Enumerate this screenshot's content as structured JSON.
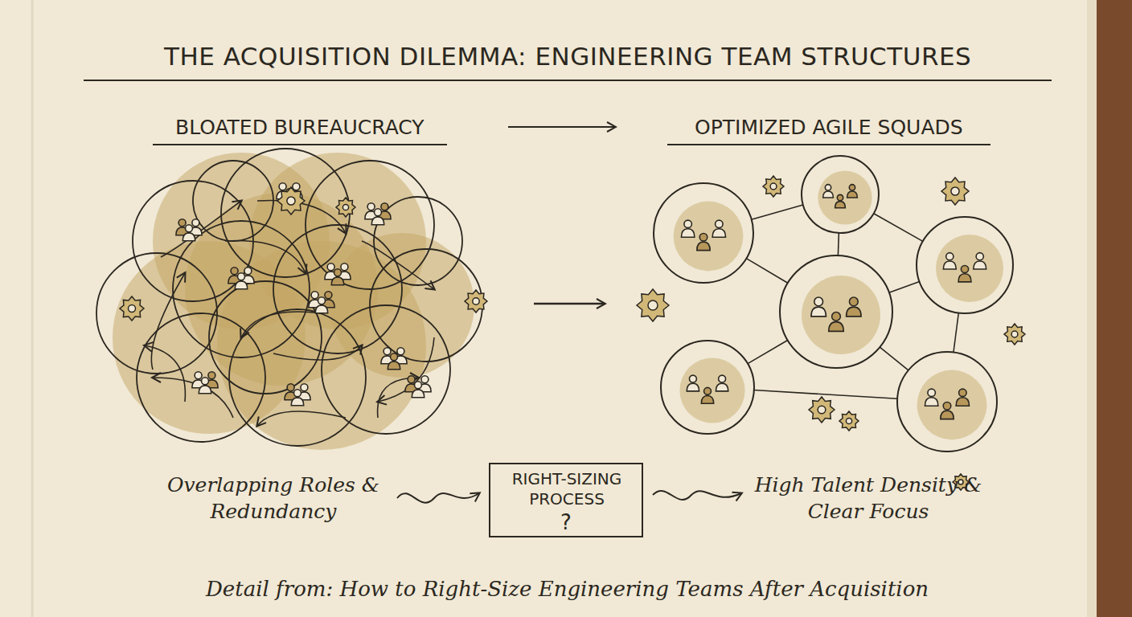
{
  "diagram": {
    "title": "THE ACQUISITION DILEMMA: ENGINEERING TEAM STRUCTURES",
    "caption": "Detail from: How to Right-Size Engineering Teams After Acquisition",
    "nodes": [
      {
        "text": [
          "RIGHT-SIZING PROCESS",
          "?"
        ]
      }
    ],
    "labels": [
      "BLOATED BUREAUCRACY",
      "OPTIMIZED AGILE SQUADS",
      "Overlapping Roles & Redundancy",
      "High Talent Density & Clear Focus"
    ]
  }
}
